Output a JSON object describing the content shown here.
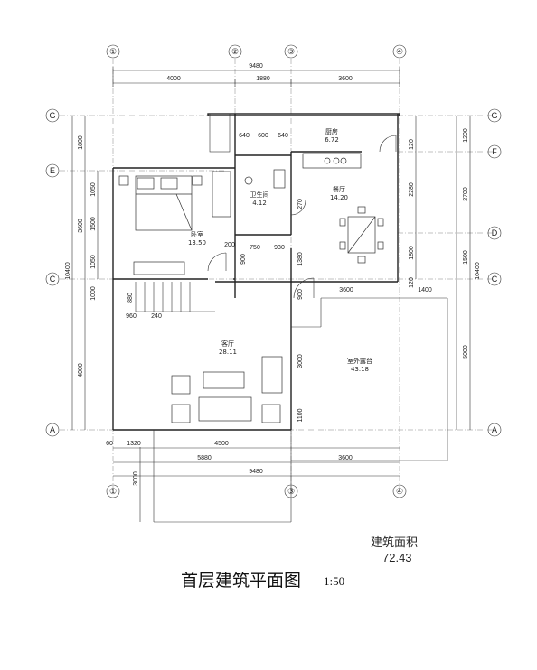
{
  "axes_top": [
    "①",
    "②",
    "③",
    "④"
  ],
  "axes_bottom": [
    "①",
    "③",
    "④"
  ],
  "axes_rows": [
    "G",
    "E",
    "C",
    "A"
  ],
  "axes_rows_right": [
    "G",
    "F",
    "D",
    "C",
    "A"
  ],
  "dims_top": {
    "overall": "9480",
    "seg1": "4000",
    "seg2": "1880",
    "seg3": "3600"
  },
  "dims_bottom": {
    "a": "60",
    "b": "1320",
    "c": "4500",
    "d": "5880",
    "e": "3600",
    "f": "9480",
    "g": "3000"
  },
  "dims_left": {
    "d1": "1800",
    "d2": "3600",
    "d3": "10400",
    "d4": "1500",
    "d5": "1050",
    "d6": "1050",
    "d7": "1000",
    "d8": "4000"
  },
  "dims_right": {
    "r1": "1200",
    "r2": "2280",
    "r3": "2700",
    "r4": "1800",
    "r5": "1500",
    "r6": "10400",
    "r7": "120",
    "r8": "120",
    "r9": "1400",
    "r10": "5000"
  },
  "dims_inner": {
    "k1": "640",
    "k2": "600",
    "k3": "640",
    "b1": "200",
    "b2": "750",
    "b3": "930",
    "b4": "900",
    "b5": "1380",
    "b6": "880",
    "b7": "960",
    "b8": "240",
    "b9": "3600",
    "b10": "900",
    "b11": "3000",
    "b12": "1100",
    "b13": "270"
  },
  "rooms": {
    "kitchen": {
      "name": "厨房",
      "area": "6.72"
    },
    "dining": {
      "name": "餐厅",
      "area": "14.20"
    },
    "bath": {
      "name": "卫生间",
      "area": "4.12"
    },
    "bedroom": {
      "name": "卧室",
      "area": "13.50"
    },
    "living": {
      "name": "客厅",
      "area": "28.11"
    },
    "terrace": {
      "name": "室外露台",
      "area": "43.18"
    }
  },
  "area_label": "建筑面积",
  "area_value": "72.43",
  "title": "首层建筑平面图",
  "scale": "1:50"
}
